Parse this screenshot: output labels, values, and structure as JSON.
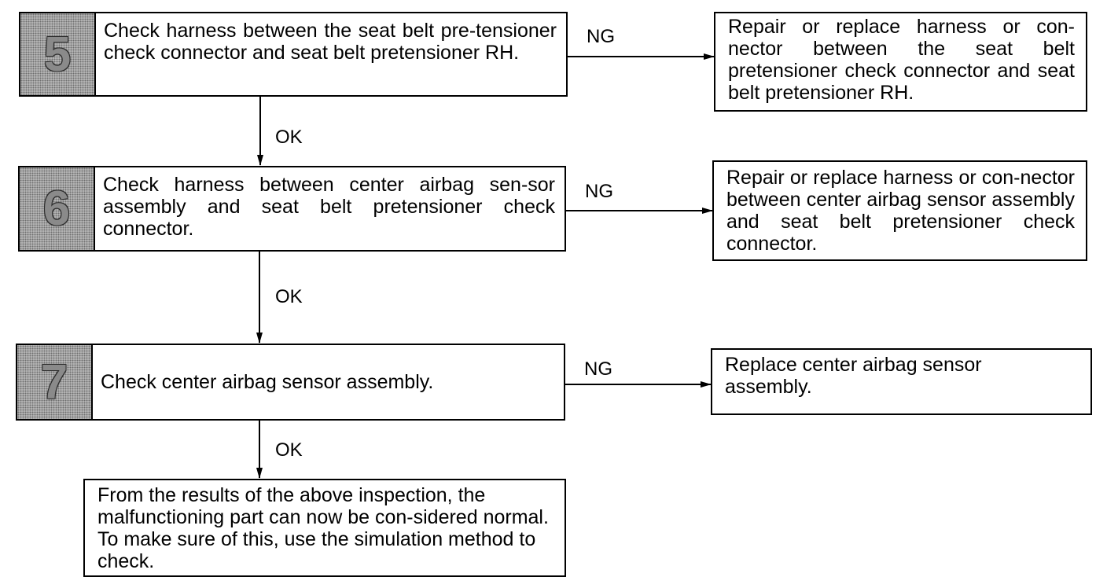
{
  "steps": [
    {
      "number": "5",
      "text": "Check harness between the seat belt pre-tensioner check connector and seat belt pretensioner RH."
    },
    {
      "number": "6",
      "text": "Check harness between center airbag sen-sor assembly and seat belt pretensioner check connector."
    },
    {
      "number": "7",
      "text": "Check center airbag sensor assembly."
    }
  ],
  "results": [
    "Repair or replace harness or con-nector between the seat belt pretensioner check connector and seat belt pretensioner RH.",
    "Repair or replace harness or con-nector between center airbag sensor assembly and seat belt pretensioner check connector.",
    "Replace center airbag sensor assembly."
  ],
  "labels": {
    "ng": "NG",
    "ok": "OK"
  },
  "final_box": "From the results of the above inspection, the malfunctioning part can now be con-sidered normal. To make sure of this, use the simulation method to check."
}
